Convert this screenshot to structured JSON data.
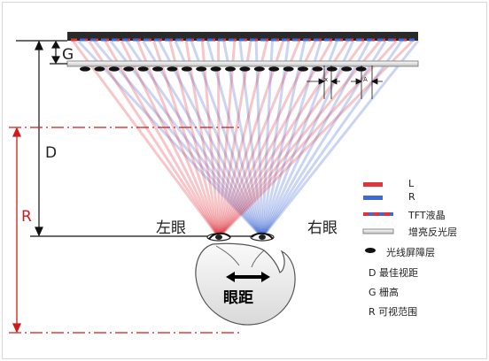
{
  "labels": {
    "g": "G",
    "d": "D",
    "r": "R",
    "left_eye": "左眼",
    "right_eye": "右眼",
    "eye_distance": "眼距",
    "x1": "x",
    "x2": "A"
  },
  "legend": [
    {
      "key": "L",
      "label": "L"
    },
    {
      "key": "R",
      "label": "R"
    },
    {
      "key": "TFT",
      "label": "TFT液晶"
    },
    {
      "key": "AR",
      "label": "增亮反光层"
    },
    {
      "key": "BARRIER",
      "label": "光线屏障层"
    },
    {
      "key": "D",
      "label": "D  最佳视距"
    },
    {
      "key": "G",
      "label": "G  栅高"
    },
    {
      "key": "Rrange",
      "label": "R  可视范围"
    }
  ],
  "colors": {
    "left": "#e0343c",
    "right": "#3f69d4",
    "red_dim": "#d21a1a",
    "barrier": "#111111",
    "panel_frame": "#222222"
  }
}
